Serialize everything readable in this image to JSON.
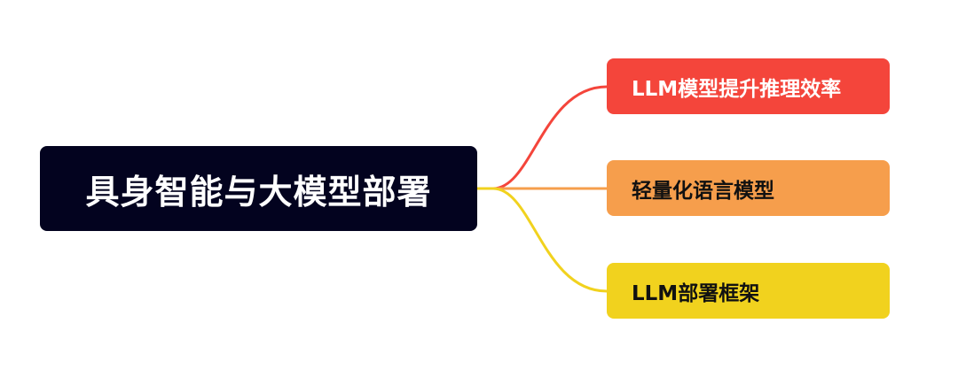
{
  "mindmap": {
    "root": {
      "label": "具身智能与大模型部署"
    },
    "branches": [
      {
        "label": "LLM模型提升推理效率",
        "color": "#f4453b",
        "text_color": "#ffffff"
      },
      {
        "label": "轻量化语言模型",
        "color": "#f69e4c",
        "text_color": "#111111"
      },
      {
        "label": "LLM部署框架",
        "color": "#f1d21e",
        "text_color": "#111111"
      }
    ]
  }
}
